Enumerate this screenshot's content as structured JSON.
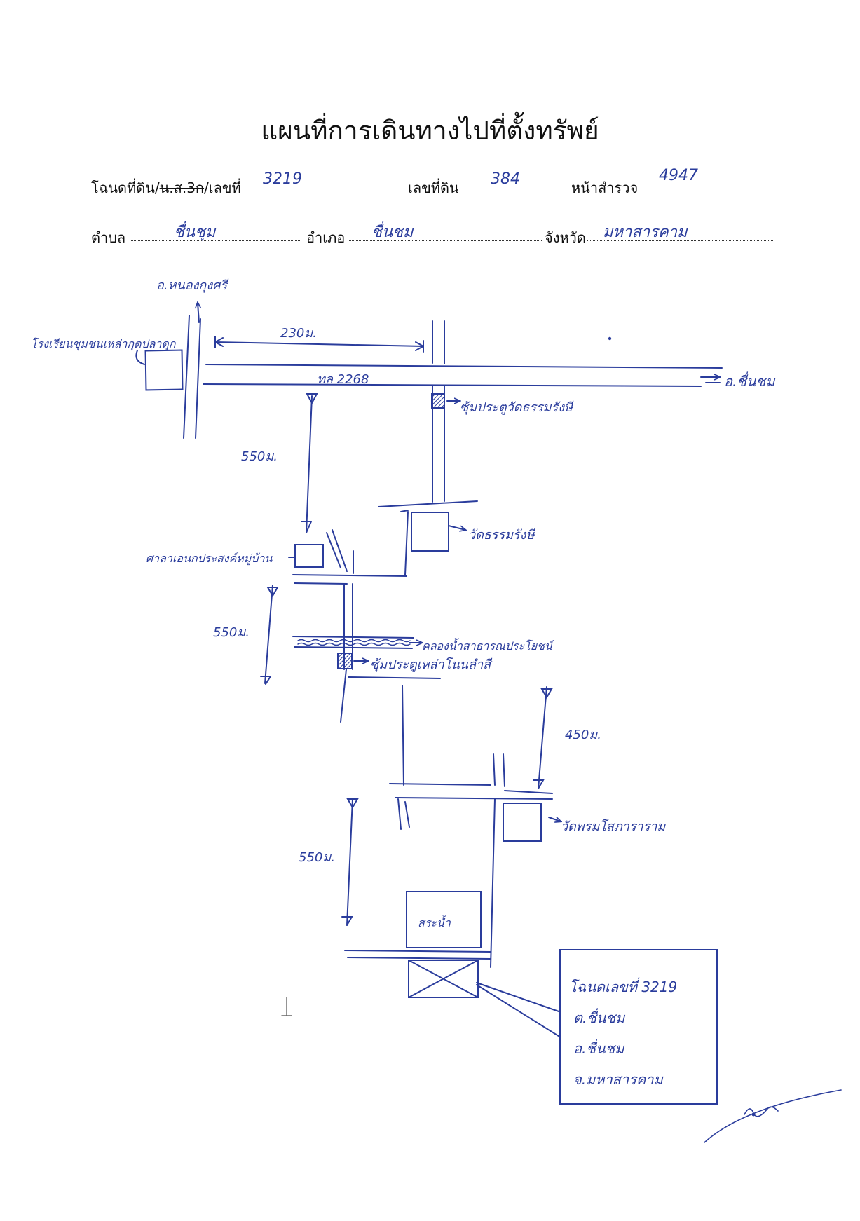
{
  "title": "แผนที่การเดินทางไปที่ตั้งทรัพย์",
  "header": {
    "deed_label": "โฉนดที่ดิน/",
    "deed_label_struck": "น.ส.3ก",
    "deed_label_tail": "/เลขที่",
    "deed_no": "3219",
    "land_no_label": "เลขที่ดิน",
    "land_no": "384",
    "survey_page_label": "หน้าสำรวจ",
    "survey_page": "4947",
    "subdistrict_label": "ตำบล",
    "subdistrict": "ชื่นชุม",
    "district_label": "อำเภอ",
    "district": "ชื่นชม",
    "province_label": "จังหวัด",
    "province": "มหาสารคาม"
  },
  "map": {
    "to_north": "อ.หนองกุงศรี",
    "school": "โรงเรียนชุมชนเหล่ากุดปลาดุก",
    "dist_230": "230ม.",
    "road": "ทล 2268",
    "to_chuenchom": "อ.ชื่นชม",
    "arch_1": "ซุ้มประตูวัดธรรมรังษี",
    "dist_550_a": "550ม.",
    "temple_1": "วัดธรรมรังษี",
    "pavilion": "ศาลาเอนกประสงค์หมู่บ้าน",
    "dist_550_b": "550ม.",
    "canal": "คลองน้ำสาธารณประโยชน์",
    "arch_2": "ซุ้มประตูเหล่าโนนลำสี",
    "dist_450": "450ม.",
    "temple_2": "วัดพรมโสภาราราม",
    "dist_550_c": "550ม.",
    "pond": "สระน้ำ",
    "box_deed": "โฉนดเลขที่ 3219",
    "box_subdistrict": "ต.ชื่นชม",
    "box_district": "อ.ชื่นชม",
    "box_province": "จ.มหาสารคาม"
  },
  "colors": {
    "ink": "#2a3c9c",
    "print": "#111111"
  }
}
